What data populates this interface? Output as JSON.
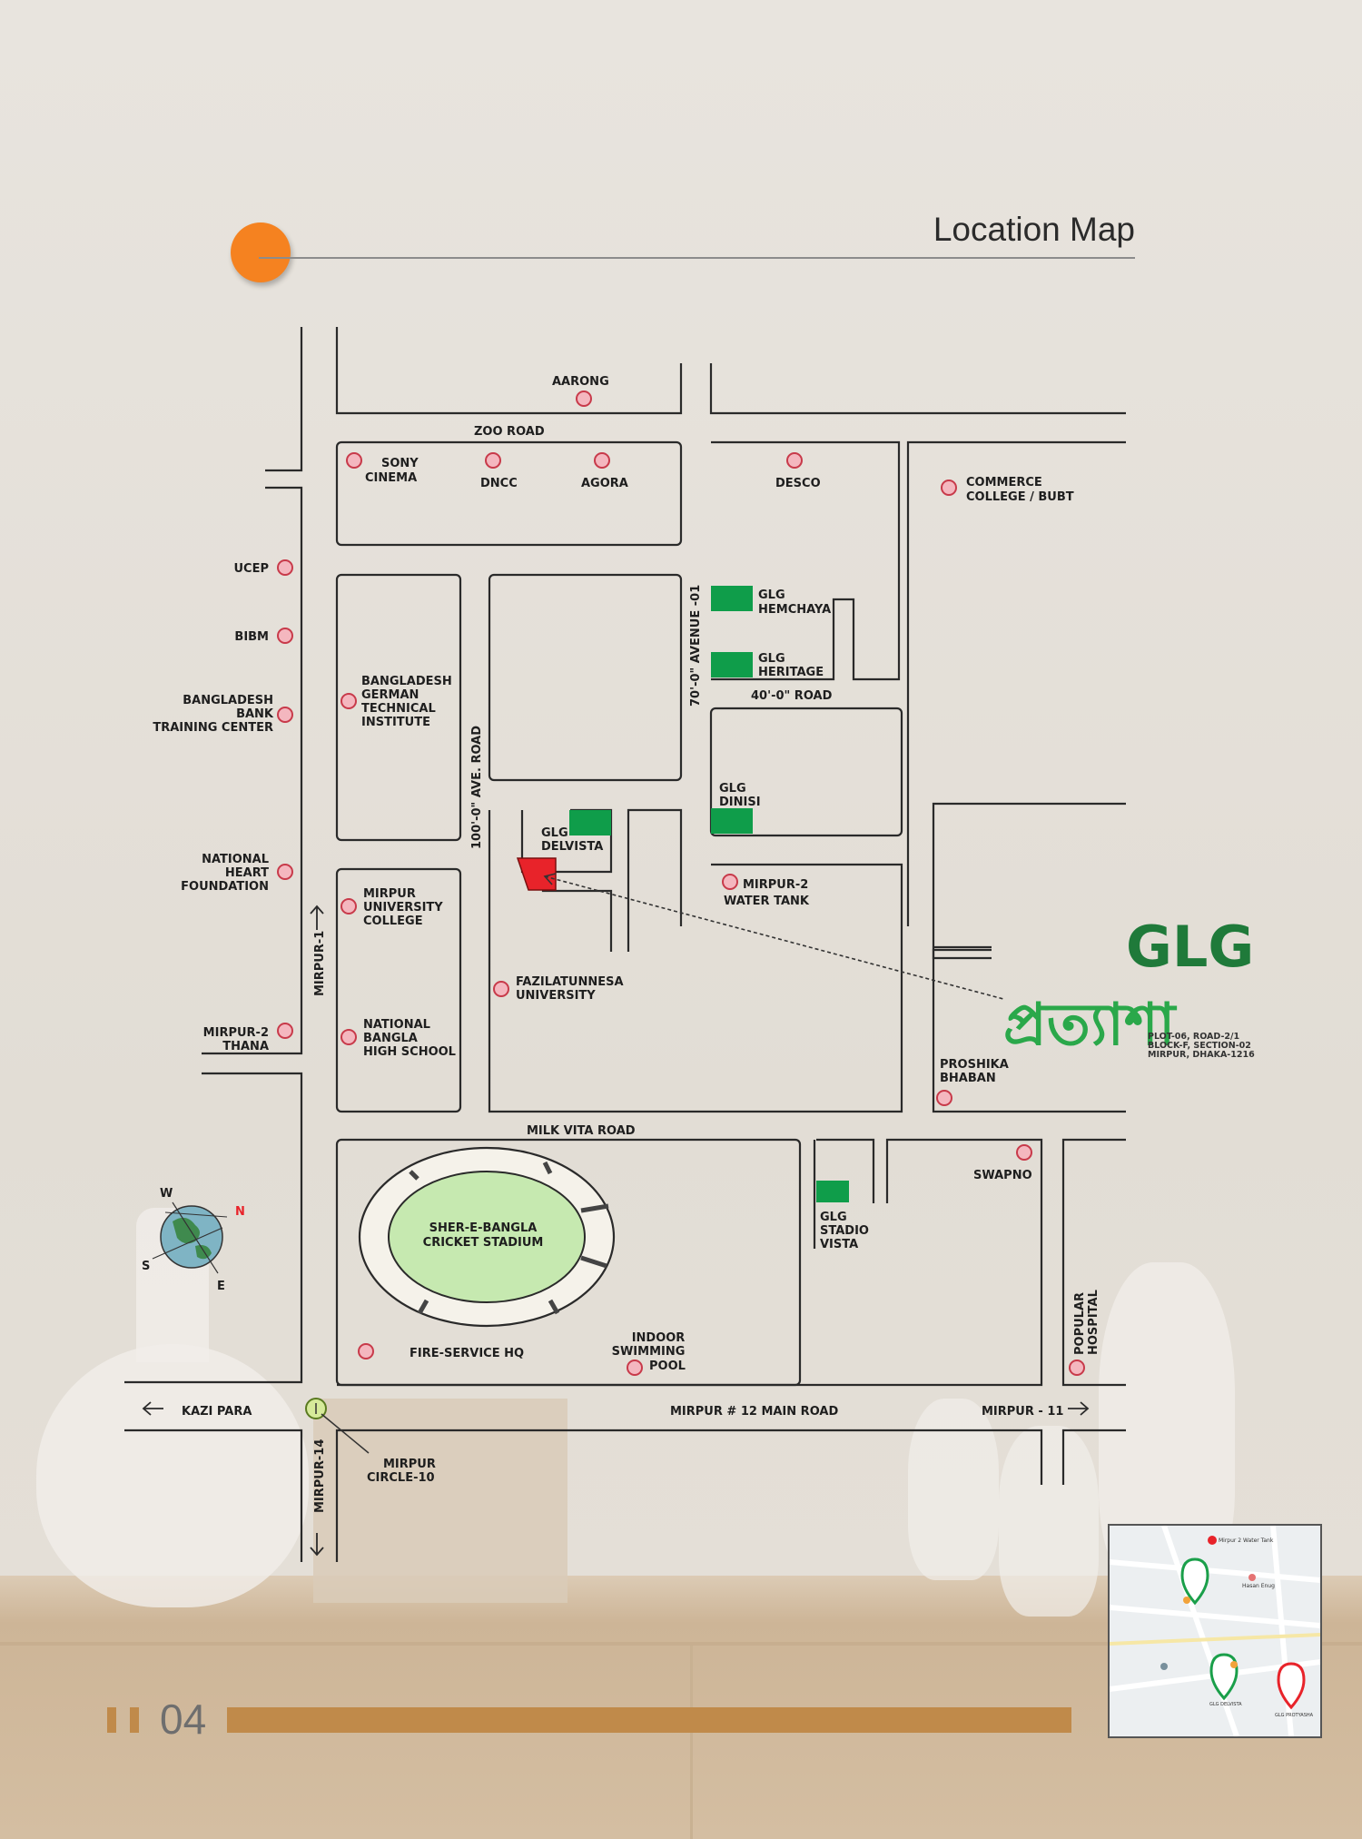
{
  "header": {
    "title": "Location Map"
  },
  "footer": {
    "page_number": "04"
  },
  "brand": {
    "name": "GLG",
    "project_bangla": "প্রত্যাশা",
    "address_line1": "PLOT-06,   ROAD-2/1",
    "address_line2": "BLOCK-F, SECTION-02",
    "address_line3": "MIRPUR, DHAKA-1216"
  },
  "roads": {
    "zoo_road": "ZOO ROAD",
    "avenue_70": "70'-0\" AVENUE -01",
    "road_40": "40'-0\" ROAD",
    "avenue_100": "100'-0\" AVE. ROAD",
    "milk_vita": "MILK VITA ROAD",
    "mirpur12_main": "MIRPUR # 12 MAIN ROAD",
    "kazi_para": "KAZI PARA",
    "mirpur11": "MIRPUR - 11",
    "mirpur1": "MIRPUR-1",
    "mirpur14": "MIRPUR-14"
  },
  "landmarks": {
    "aarong": "AARONG",
    "sony_cinema_1": "SONY",
    "sony_cinema_2": "CINEMA",
    "dncc": "DNCC",
    "agora": "AGORA",
    "desco": "DESCO",
    "commerce_1": "COMMERCE",
    "commerce_2": "COLLEGE / BUBT",
    "ucep": "UCEP",
    "bibm": "BIBM",
    "bbtc_1": "BANGLADESH",
    "bbtc_2": "BANK",
    "bbtc_3": "TRAINING CENTER",
    "bgti_1": "BANGLADESH",
    "bgti_2": "GERMAN",
    "bgti_3": "TECHNICAL",
    "bgti_4": "INSTITUTE",
    "nhf_1": "NATIONAL",
    "nhf_2": "HEART",
    "nhf_3": "FOUNDATION",
    "muc_1": "MIRPUR",
    "muc_2": "UNIVERSITY",
    "muc_3": "COLLEGE",
    "thana_1": "MIRPUR-2",
    "thana_2": "THANA",
    "nbhs_1": "NATIONAL",
    "nbhs_2": "BANGLA",
    "nbhs_3": "HIGH SCHOOL",
    "fazil_1": "FAZILATUNNESA",
    "fazil_2": "UNIVERSITY",
    "water_1": "MIRPUR-2",
    "water_2": "WATER TANK",
    "proshika_1": "PROSHIKA",
    "proshika_2": "BHABAN",
    "swapno": "SWAPNO",
    "stadium_1": "SHER-E-BANGLA",
    "stadium_2": "CRICKET STADIUM",
    "fire": "FIRE-SERVICE HQ",
    "pool_1": "INDOOR",
    "pool_2": "SWIMMING",
    "pool_3": "POOL",
    "popular_1": "POPULAR",
    "popular_2": "HOSPITAL",
    "circle_1": "MIRPUR",
    "circle_2": "CIRCLE-10"
  },
  "projects": {
    "hemchaya_1": "GLG",
    "hemchaya_2": "HEMCHAYA",
    "heritage_1": "GLG",
    "heritage_2": "HERITAGE",
    "dinisi_1": "GLG",
    "dinisi_2": "DINISI",
    "delvista_1": "GLG",
    "delvista_2": "DELVISTA",
    "stadio_1": "GLG",
    "stadio_2": "STADIO",
    "stadio_3": "VISTA"
  },
  "compass": {
    "n": "N",
    "s": "S",
    "e": "E",
    "w": "W"
  },
  "colors": {
    "accent_orange": "#f58220",
    "project_green": "#0f9d4a",
    "marker_red": "#e8232a",
    "footer_bar": "#c08a4a",
    "landmark_dot": "#f4b7bf"
  },
  "thumbnail_map": {
    "label_water_tank": "Mirpur 2 Water Tank",
    "label_hasan": "Hasan Enug",
    "label_glg_delvista": "GLG DELVISTA",
    "label_glg_protyasha": "GLG PROTYASHA"
  }
}
